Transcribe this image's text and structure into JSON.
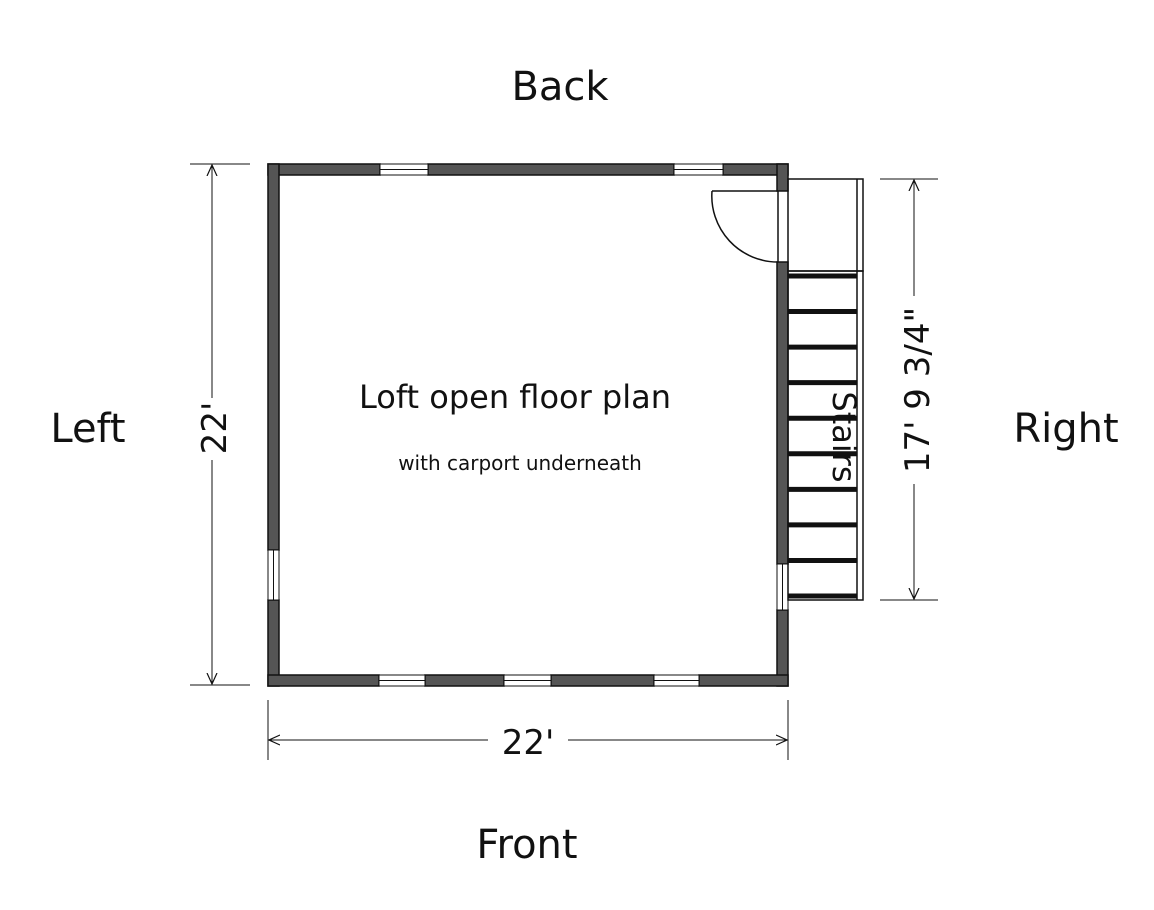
{
  "colors": {
    "wall": "#555555",
    "wall_outline": "#111111",
    "line": "#111111",
    "background": "#ffffff"
  },
  "labels": {
    "back": "Back",
    "front": "Front",
    "left": "Left",
    "right": "Right",
    "room_title": "Loft open floor plan",
    "room_subtitle": "with carport underneath",
    "stairs": "Stairs"
  },
  "dimensions": {
    "width": "22'",
    "depth": "22'",
    "stair_run": "17' 9 3/4\""
  },
  "counts": {
    "stair_treads": 10
  }
}
